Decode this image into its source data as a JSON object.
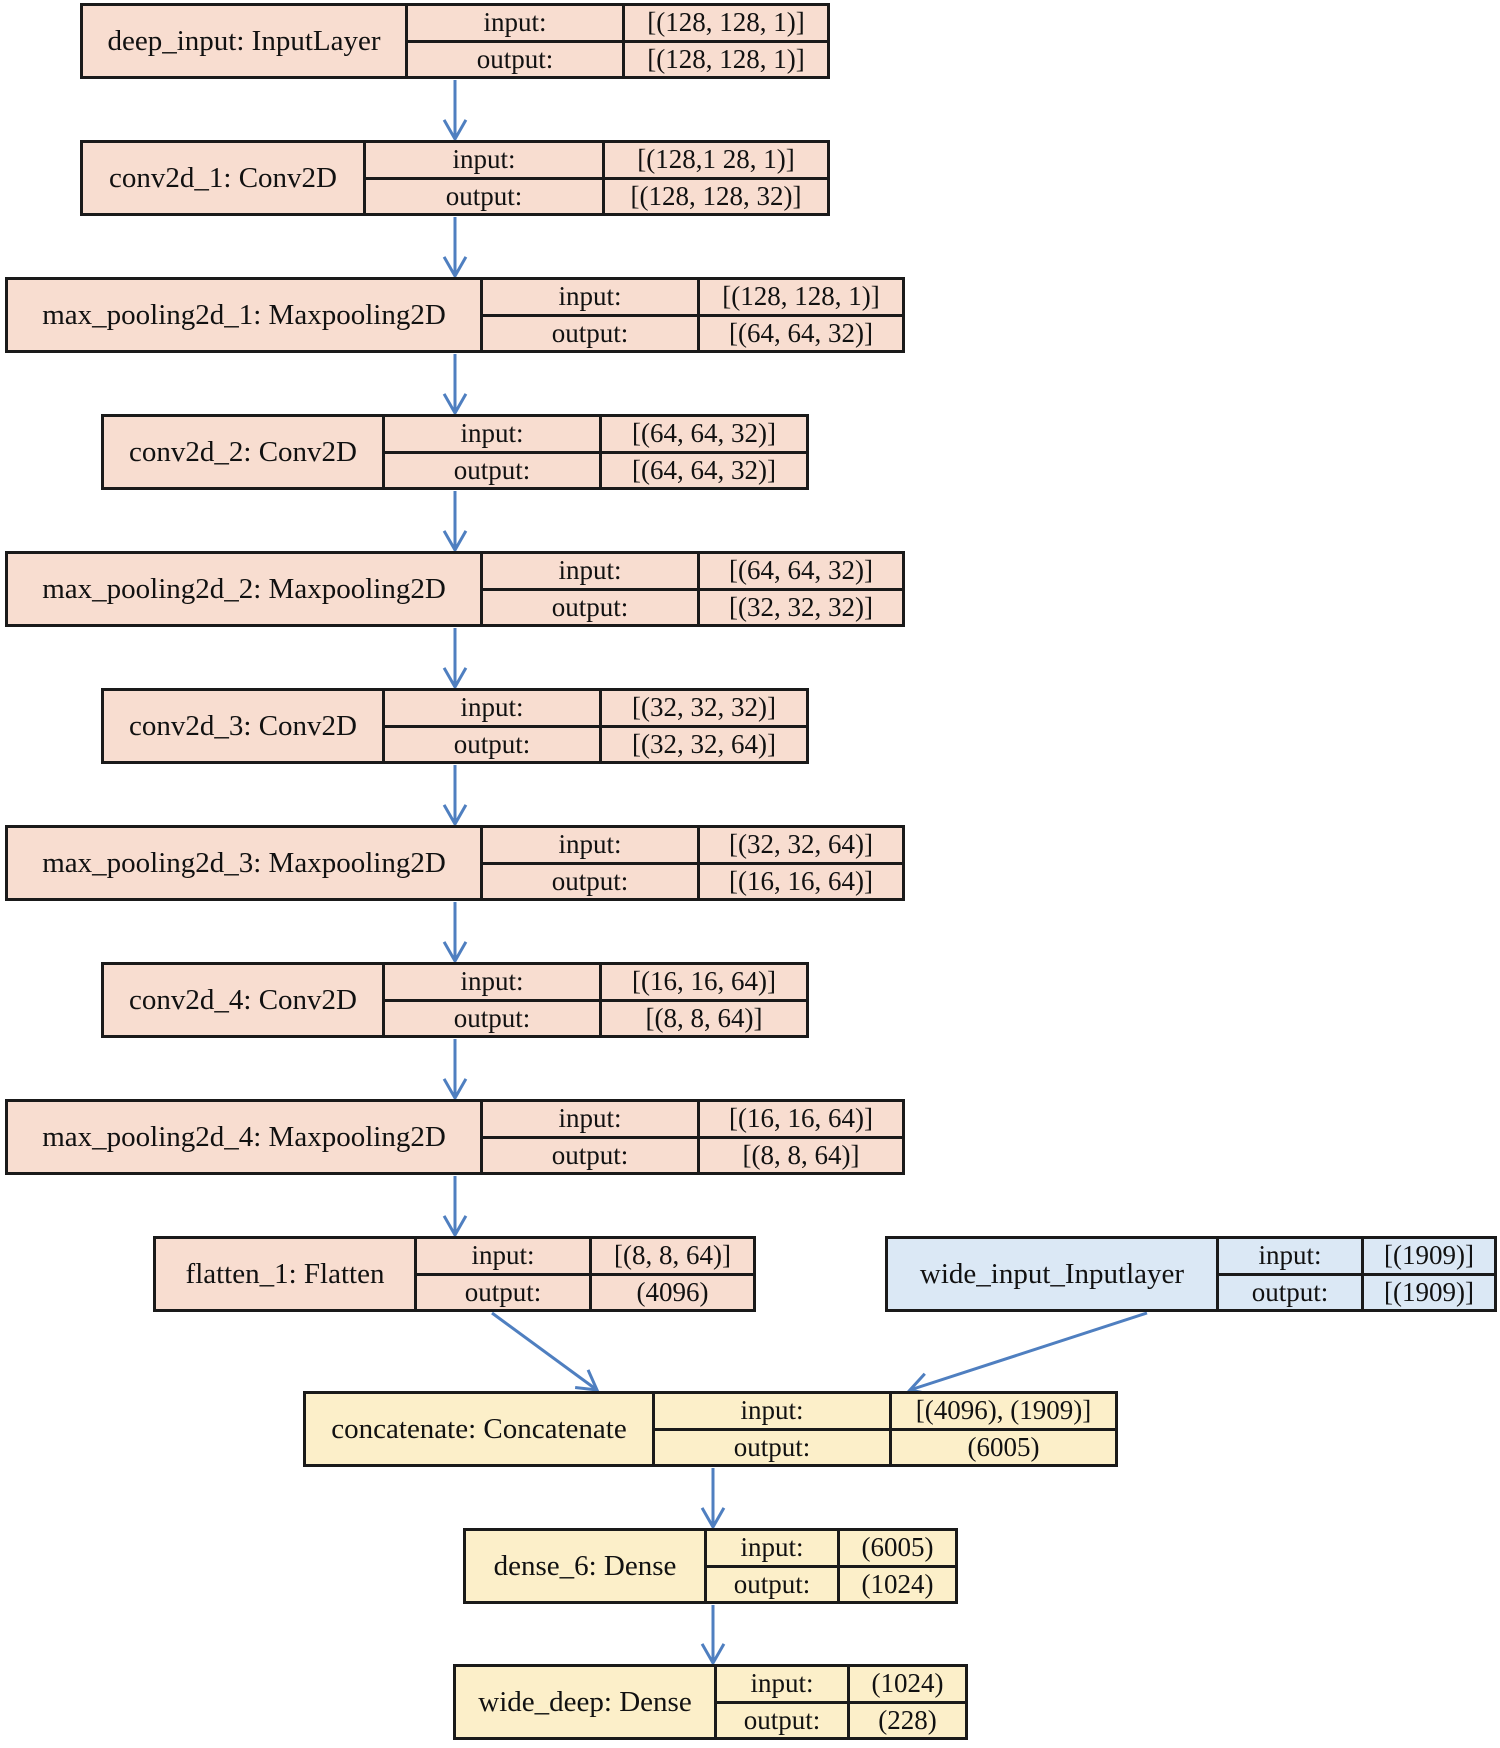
{
  "colors": {
    "deep": "#f8ddd0",
    "wide": "#dbe8f5",
    "merge": "#fcefc9",
    "arrow": "#4f7fc0"
  },
  "io_labels": {
    "input": "input:",
    "output": "output:"
  },
  "layers": [
    {
      "id": "deep_input",
      "name": "deep_input: InputLayer",
      "input": "[(128, 128, 1)]",
      "output": "[(128, 128, 1)]",
      "group": "deep"
    },
    {
      "id": "conv2d_1",
      "name": "conv2d_1: Conv2D",
      "input": "[(128,1 28, 1)]",
      "output": "[(128, 128, 32)]",
      "group": "deep"
    },
    {
      "id": "max_pooling2d_1",
      "name": "max_pooling2d_1: Maxpooling2D",
      "input": "[(128, 128, 1)]",
      "output": "[(64, 64, 32)]",
      "group": "deep"
    },
    {
      "id": "conv2d_2",
      "name": "conv2d_2: Conv2D",
      "input": "[(64, 64, 32)]",
      "output": "[(64, 64, 32)]",
      "group": "deep"
    },
    {
      "id": "max_pooling2d_2",
      "name": "max_pooling2d_2: Maxpooling2D",
      "input": "[(64, 64, 32)]",
      "output": "[(32, 32, 32)]",
      "group": "deep"
    },
    {
      "id": "conv2d_3",
      "name": "conv2d_3: Conv2D",
      "input": "[(32, 32, 32)]",
      "output": "[(32, 32, 64)]",
      "group": "deep"
    },
    {
      "id": "max_pooling2d_3",
      "name": "max_pooling2d_3: Maxpooling2D",
      "input": "[(32, 32, 64)]",
      "output": "[(16, 16, 64)]",
      "group": "deep"
    },
    {
      "id": "conv2d_4",
      "name": "conv2d_4: Conv2D",
      "input": "[(16, 16, 64)]",
      "output": "[(8, 8, 64)]",
      "group": "deep"
    },
    {
      "id": "max_pooling2d_4",
      "name": "max_pooling2d_4: Maxpooling2D",
      "input": "[(16, 16, 64)]",
      "output": "[(8, 8, 64)]",
      "group": "deep"
    },
    {
      "id": "flatten_1",
      "name": "flatten_1: Flatten",
      "input": "[(8, 8, 64)]",
      "output": "(4096)",
      "group": "deep"
    },
    {
      "id": "wide_input",
      "name": "wide_input_Inputlayer",
      "input": "[(1909)]",
      "output": "[(1909)]",
      "group": "wide"
    },
    {
      "id": "concatenate",
      "name": "concatenate: Concatenate",
      "input": "[(4096), (1909)]",
      "output": "(6005)",
      "group": "merge"
    },
    {
      "id": "dense_6",
      "name": "dense_6: Dense",
      "input": "(6005)",
      "output": "(1024)",
      "group": "merge"
    },
    {
      "id": "wide_deep",
      "name": "wide_deep: Dense",
      "input": "(1024)",
      "output": "(228)",
      "group": "merge"
    }
  ],
  "connections": [
    [
      "deep_input",
      "conv2d_1"
    ],
    [
      "conv2d_1",
      "max_pooling2d_1"
    ],
    [
      "max_pooling2d_1",
      "conv2d_2"
    ],
    [
      "conv2d_2",
      "max_pooling2d_2"
    ],
    [
      "max_pooling2d_2",
      "conv2d_3"
    ],
    [
      "conv2d_3",
      "max_pooling2d_3"
    ],
    [
      "max_pooling2d_3",
      "conv2d_4"
    ],
    [
      "conv2d_4",
      "max_pooling2d_4"
    ],
    [
      "max_pooling2d_4",
      "flatten_1"
    ],
    [
      "flatten_1",
      "concatenate"
    ],
    [
      "wide_input",
      "concatenate"
    ],
    [
      "concatenate",
      "dense_6"
    ],
    [
      "dense_6",
      "wide_deep"
    ]
  ]
}
